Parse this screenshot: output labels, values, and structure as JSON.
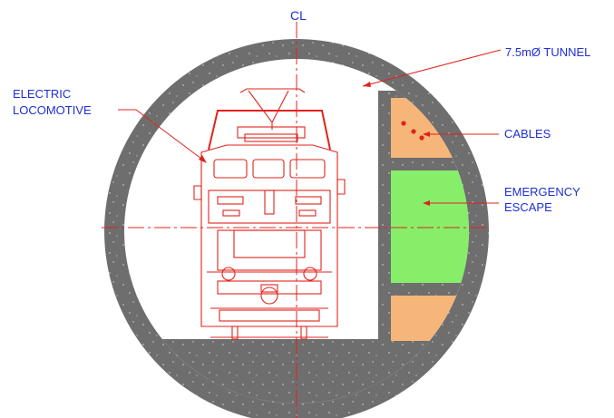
{
  "diagram": {
    "centerline_label": "CL",
    "labels": {
      "tunnel": "7.5mØ TUNNEL",
      "cables": "CABLES",
      "emergency_line1": "EMERGENCY",
      "emergency_line2": "ESCAPE",
      "locomotive_line1": "ELECTRIC",
      "locomotive_line2": "LOCOMOTIVE"
    },
    "colors": {
      "concrete": "#6e6e6e",
      "escape": "#87ee6a",
      "cables_area": "#f6b679",
      "linework": "#e0231c",
      "label_text": "#1f2fd6"
    }
  }
}
